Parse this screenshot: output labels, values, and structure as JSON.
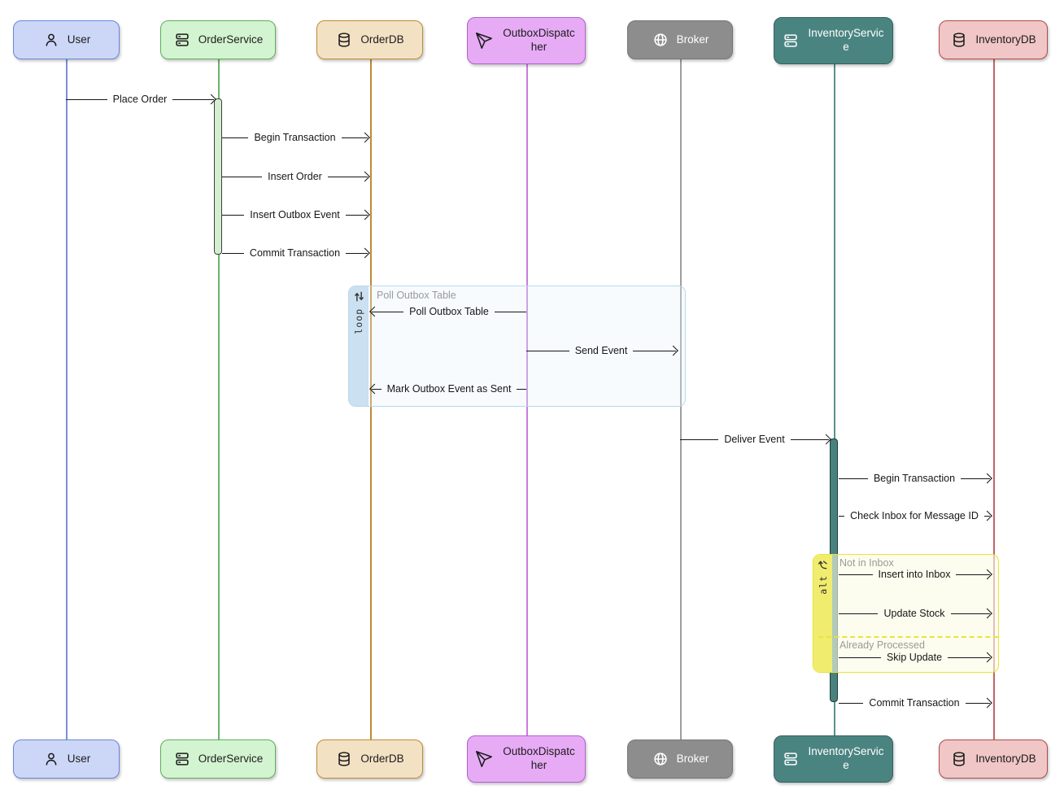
{
  "diagram": {
    "type": "sequence-diagram",
    "participants": [
      {
        "name": "User",
        "icon": "person-icon",
        "fill": "#ccd7f8",
        "border": "#6c84d8",
        "text_color": "#1c1c1c"
      },
      {
        "name": "OrderService",
        "icon": "server-stack-icon",
        "fill": "#d3f4d0",
        "border": "#5fae5a",
        "text_color": "#1c1c1c"
      },
      {
        "name": "OrderDB",
        "icon": "database-icon",
        "fill": "#f3e1c3",
        "border": "#bd8c36",
        "text_color": "#1c1c1c"
      },
      {
        "name": "OutboxDispatcher",
        "icon": "send-icon",
        "fill": "#e7abf5",
        "border": "#b35fd1",
        "text_color": "#1c1c1c"
      },
      {
        "name": "Broker",
        "icon": "globe-icon",
        "fill": "#8d8d8d",
        "border": "#767676",
        "text_color": "#ffffff"
      },
      {
        "name": "InventoryService",
        "icon": "server-stack-icon",
        "fill": "#4a8481",
        "border": "#32615e",
        "text_color": "#ffffff"
      },
      {
        "name": "InventoryDB",
        "icon": "database-icon",
        "fill": "#f0c6c6",
        "border": "#ae4b4b",
        "text_color": "#1c1c1c"
      }
    ],
    "messages": [
      {
        "label": "Place Order",
        "from": "User",
        "to": "OrderService"
      },
      {
        "label": "Begin Transaction",
        "from": "OrderService",
        "to": "OrderDB"
      },
      {
        "label": "Insert Order",
        "from": "OrderService",
        "to": "OrderDB"
      },
      {
        "label": "Insert Outbox Event",
        "from": "OrderService",
        "to": "OrderDB"
      },
      {
        "label": "Commit Transaction",
        "from": "OrderService",
        "to": "OrderDB"
      },
      {
        "label": "Poll Outbox Table",
        "from": "OutboxDispatcher",
        "to": "OrderDB"
      },
      {
        "label": "Send Event",
        "from": "OutboxDispatcher",
        "to": "Broker"
      },
      {
        "label": "Mark Outbox Event as Sent",
        "from": "OutboxDispatcher",
        "to": "OrderDB"
      },
      {
        "label": "Deliver Event",
        "from": "Broker",
        "to": "InventoryService"
      },
      {
        "label": "Begin Transaction",
        "from": "InventoryService",
        "to": "InventoryDB"
      },
      {
        "label": "Check Inbox for Message ID",
        "from": "InventoryService",
        "to": "InventoryDB"
      },
      {
        "label": "Insert into Inbox",
        "from": "InventoryService",
        "to": "InventoryDB"
      },
      {
        "label": "Update Stock",
        "from": "InventoryService",
        "to": "InventoryDB"
      },
      {
        "label": "Skip Update",
        "from": "InventoryService",
        "to": "InventoryDB"
      },
      {
        "label": "Commit Transaction",
        "from": "InventoryService",
        "to": "InventoryDB"
      }
    ],
    "frames": [
      {
        "kind": "loop",
        "label": "loop",
        "title": "Poll Outbox Table",
        "border_color": "#b9d8ec",
        "strip_color": "#cbe0f1"
      },
      {
        "kind": "alt",
        "label": "alt",
        "sections": [
          {
            "title": "Not in Inbox"
          },
          {
            "title": "Already Processed"
          }
        ],
        "border_color": "#e9e23e",
        "strip_color": "#f0ed6e"
      }
    ],
    "activations": [
      {
        "participant": "OrderService",
        "fill": "#d3efcf"
      },
      {
        "participant": "InventoryService",
        "fill": "#48817e"
      }
    ],
    "colors": {
      "message_line": "#161616",
      "frame_title_gray": "#9a9a9a",
      "background": "#ffffff"
    }
  }
}
